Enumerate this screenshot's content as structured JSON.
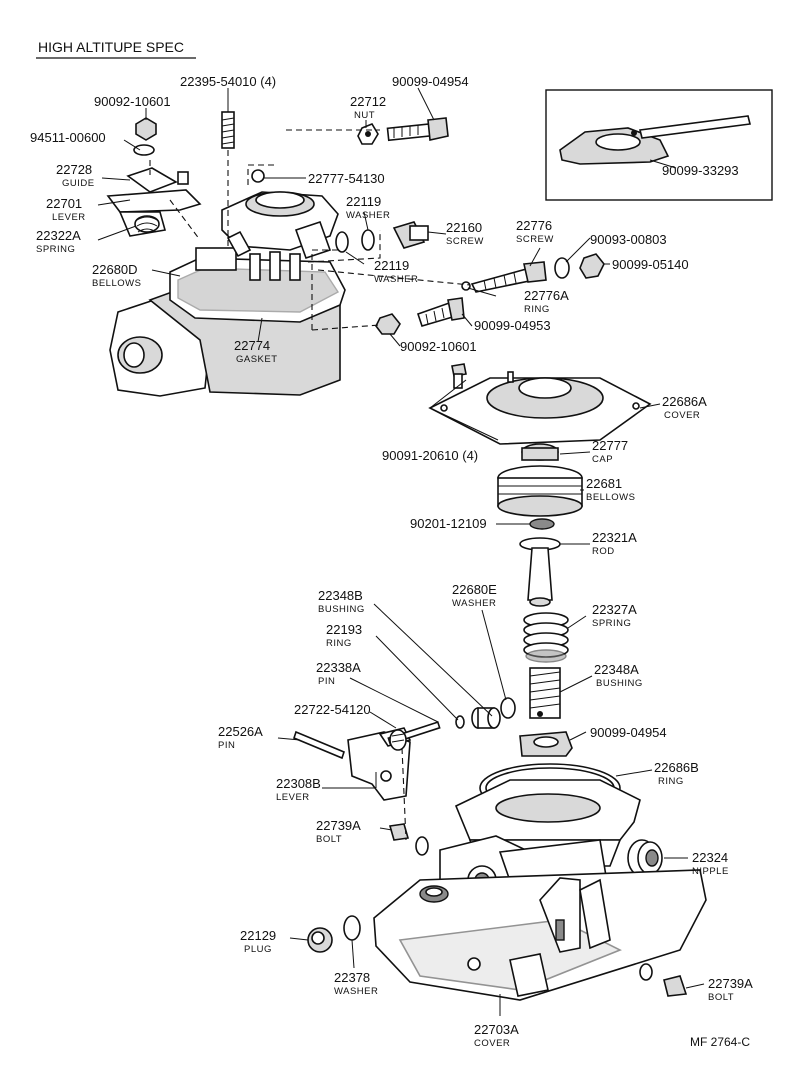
{
  "title": "HIGH ALTITUPE SPEC",
  "reference": "MF 2764-C",
  "callouts": {
    "p_22395": {
      "number": "22395-54010 (4)",
      "name": ""
    },
    "p_90099_04954_top": {
      "number": "90099-04954",
      "name": ""
    },
    "p_90092_10601_top": {
      "number": "90092-10601",
      "name": ""
    },
    "p_22712": {
      "number": "22712",
      "name": "NUT"
    },
    "p_94511": {
      "number": "94511-00600",
      "name": ""
    },
    "p_22728": {
      "number": "22728",
      "name": "GUIDE"
    },
    "p_22777_54130": {
      "number": "22777-54130",
      "name": ""
    },
    "p_22701": {
      "number": "22701",
      "name": "LEVER"
    },
    "p_22119a": {
      "number": "22119",
      "name": "WASHER"
    },
    "p_22160": {
      "number": "22160",
      "name": "SCREW"
    },
    "p_22776": {
      "number": "22776",
      "name": "SCREW"
    },
    "p_90093": {
      "number": "90093-00803",
      "name": ""
    },
    "p_22322A": {
      "number": "22322A",
      "name": "SPRING"
    },
    "p_22119b": {
      "number": "22119",
      "name": "WASHER"
    },
    "p_90099_05140": {
      "number": "90099-05140",
      "name": ""
    },
    "p_22680D": {
      "number": "22680D",
      "name": "BELLOWS"
    },
    "p_22776A": {
      "number": "22776A",
      "name": "RING"
    },
    "p_90099_04953": {
      "number": "90099-04953",
      "name": ""
    },
    "p_22774": {
      "number": "22774",
      "name": "GASKET"
    },
    "p_90092_10601_mid": {
      "number": "90092-10601",
      "name": ""
    },
    "p_22686A": {
      "number": "22686A",
      "name": "COVER"
    },
    "p_90091": {
      "number": "90091-20610 (4)",
      "name": ""
    },
    "p_22777": {
      "number": "22777",
      "name": "CAP"
    },
    "p_22681": {
      "number": "22681",
      "name": "BELLOWS"
    },
    "p_90201": {
      "number": "90201-12109",
      "name": ""
    },
    "p_22321A": {
      "number": "22321A",
      "name": "ROD"
    },
    "p_22348B": {
      "number": "22348B",
      "name": "BUSHING"
    },
    "p_22680E": {
      "number": "22680E",
      "name": "WASHER"
    },
    "p_22327A": {
      "number": "22327A",
      "name": "SPRING"
    },
    "p_22193": {
      "number": "22193",
      "name": "RING"
    },
    "p_22338A": {
      "number": "22338A",
      "name": "PIN"
    },
    "p_22348A": {
      "number": "22348A",
      "name": "BUSHING"
    },
    "p_22722": {
      "number": "22722-54120",
      "name": ""
    },
    "p_22526A": {
      "number": "22526A",
      "name": "PIN"
    },
    "p_90099_04954_low": {
      "number": "90099-04954",
      "name": ""
    },
    "p_22686B": {
      "number": "22686B",
      "name": "RING"
    },
    "p_22308B": {
      "number": "22308B",
      "name": "LEVER"
    },
    "p_22739A_a": {
      "number": "22739A",
      "name": "BOLT"
    },
    "p_22324": {
      "number": "22324",
      "name": "NIPPLE"
    },
    "p_22129": {
      "number": "22129",
      "name": "PLUG"
    },
    "p_22378": {
      "number": "22378",
      "name": "WASHER"
    },
    "p_22739A_b": {
      "number": "22739A",
      "name": "BOLT"
    },
    "p_22703A": {
      "number": "22703A",
      "name": "COVER"
    },
    "p_90099_33293": {
      "number": "90099-33293",
      "name": ""
    }
  }
}
